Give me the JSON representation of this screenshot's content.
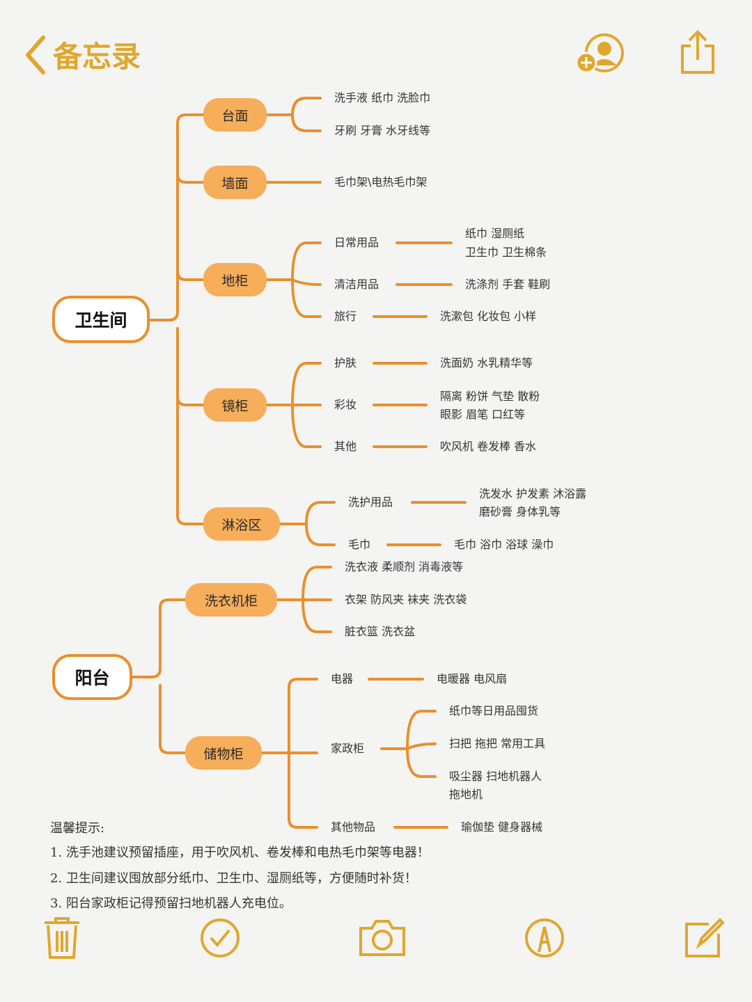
{
  "header": {
    "back_label": "备忘录"
  },
  "colors": {
    "accent": "#E0A72E",
    "branch": "#E8902C",
    "node_fill": "#F6AE5A"
  },
  "mindmap": {
    "bathroom": {
      "label": "卫生间",
      "countertop": {
        "label": "台面",
        "items": [
          "洗手液 纸巾 洗脸巾",
          "牙刷 牙膏 水牙线等"
        ]
      },
      "wall": {
        "label": "墙面",
        "items": [
          "毛巾架\\电热毛巾架"
        ]
      },
      "floor_cabinet": {
        "label": "地柜",
        "groups": [
          {
            "label": "日常用品",
            "items": [
              "纸巾 湿厕纸",
              "卫生巾 卫生棉条"
            ]
          },
          {
            "label": "清洁用品",
            "items": [
              "洗涤剂 手套 鞋刷"
            ]
          },
          {
            "label": "旅行",
            "items": [
              "洗漱包 化妆包 小样"
            ]
          }
        ]
      },
      "mirror_cabinet": {
        "label": "镜柜",
        "groups": [
          {
            "label": "护肤",
            "items": [
              "洗面奶 水乳精华等"
            ]
          },
          {
            "label": "彩妆",
            "items": [
              "隔离 粉饼 气垫 散粉",
              "眼影 眉笔 口红等"
            ]
          },
          {
            "label": "其他",
            "items": [
              "吹风机 卷发棒 香水"
            ]
          }
        ]
      },
      "shower": {
        "label": "淋浴区",
        "groups": [
          {
            "label": "洗护用品",
            "items": [
              "洗发水 护发素 沐浴露",
              "磨砂膏 身体乳等"
            ]
          },
          {
            "label": "毛巾",
            "items": [
              "毛巾 浴巾 浴球 澡巾"
            ]
          }
        ]
      }
    },
    "balcony": {
      "label": "阳台",
      "washer_cabinet": {
        "label": "洗衣机柜",
        "items": [
          "洗衣液 柔顺剂 消毒液等",
          "衣架 防风夹 袜夹 洗衣袋",
          "脏衣篮 洗衣盆"
        ]
      },
      "storage_cabinet": {
        "label": "储物柜",
        "groups": [
          {
            "label": "电器",
            "items": [
              "电暖器 电风扇"
            ]
          },
          {
            "label": "家政柜",
            "items": [
              "纸巾等日用品囤货",
              "扫把 拖把 常用工具",
              "吸尘器 扫地机器人",
              "拖地机"
            ]
          },
          {
            "label": "其他物品",
            "items": [
              "瑜伽垫 健身器械"
            ]
          }
        ]
      }
    }
  },
  "tips": {
    "title": "温馨提示:",
    "items": [
      "1. 洗手池建议预留插座，用于吹风机、卷发棒和电热毛巾架等电器！",
      "2. 卫生间建议囤放部分纸巾、卫生巾、湿厕纸等，方便随时补货！",
      "3. 阳台家政柜记得预留扫地机器人充电位。"
    ]
  }
}
